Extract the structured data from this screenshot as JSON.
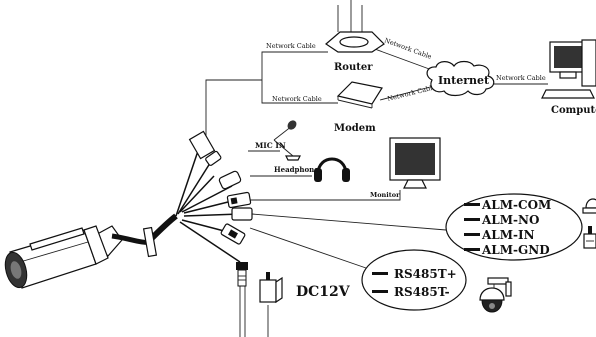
{
  "labels": {
    "router": "Router",
    "modem": "Modem",
    "internet": "Internet",
    "computer": "Computer",
    "mic_in": "MIC IN",
    "headphone": "Headphone",
    "monitor": "Monitor",
    "dc12v": "DC12V"
  },
  "cable_labels": {
    "router_left": "Network Cable",
    "router_right": "Network Cable",
    "modem_left": "Network Cable",
    "modem_right": "Network Cable",
    "internet_right": "Network Cable"
  },
  "alarm_terminals": [
    "ALM-COM",
    "ALM-NO",
    "ALM-IN",
    "ALM-GND"
  ],
  "rs485_terminals": [
    "RS485T+",
    "RS485T-"
  ]
}
